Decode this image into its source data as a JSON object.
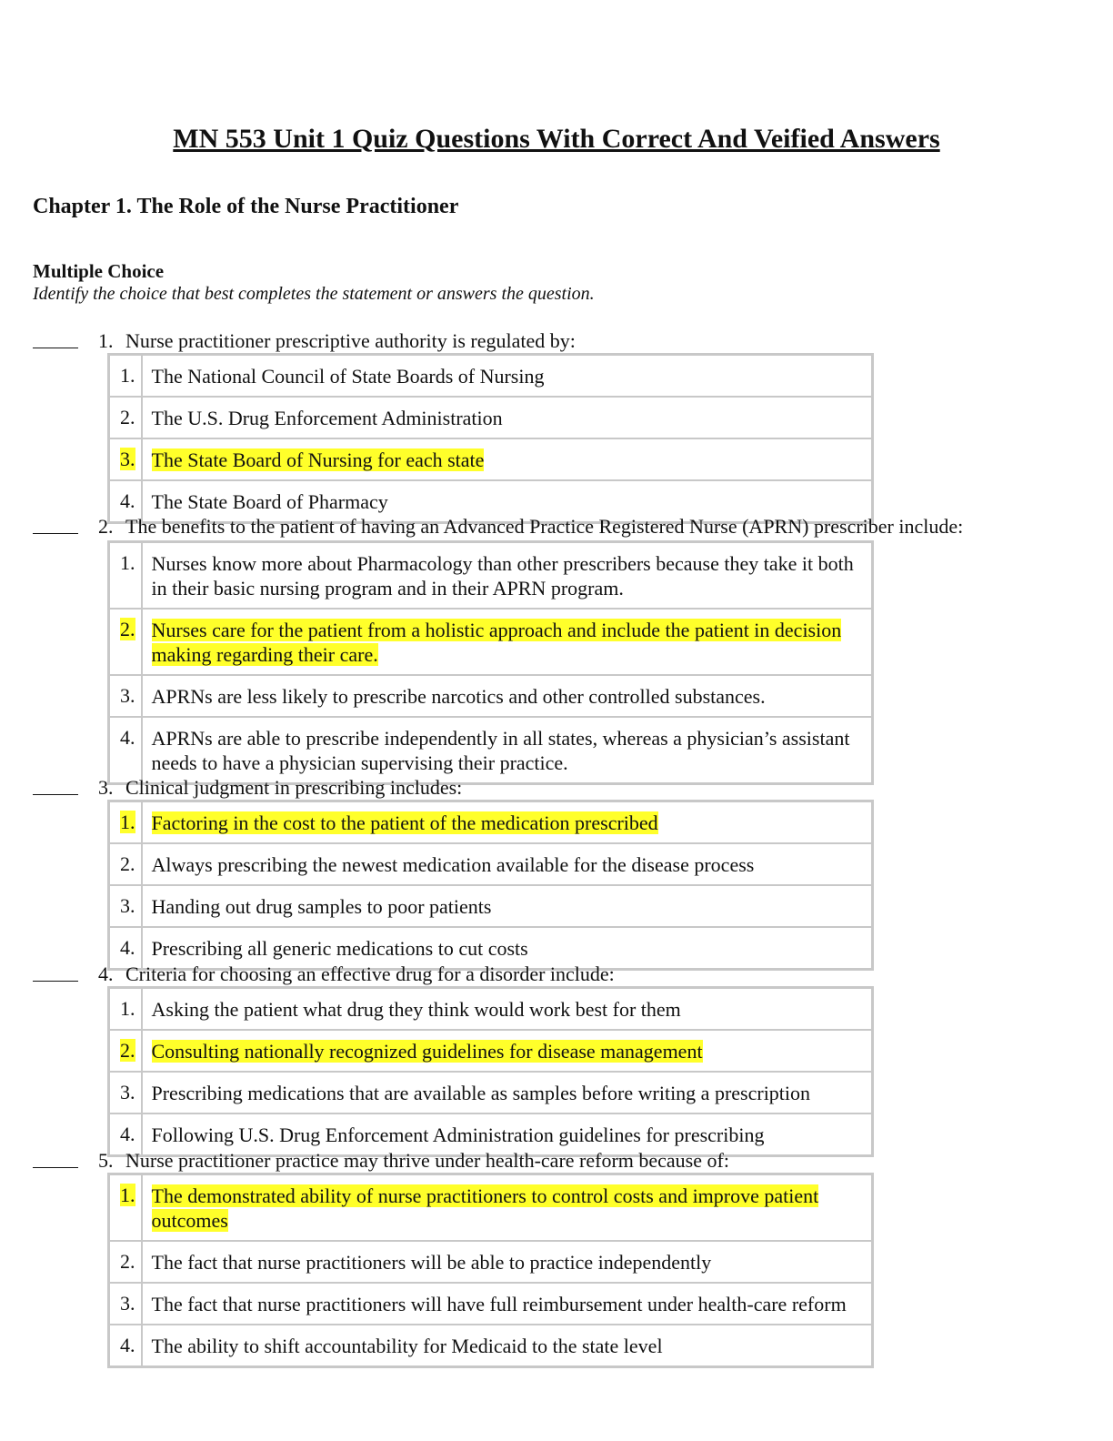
{
  "document": {
    "title": "MN 553 Unit 1 Quiz Questions With Correct And Veified Answers",
    "chapter": "Chapter 1. The Role of the Nurse Practitioner",
    "section": "Multiple Choice",
    "instructions": "Identify the choice that best completes the statement or answers the question."
  },
  "highlight_color": "#ffff2a",
  "questions": [
    {
      "number": "1.",
      "text": "Nurse practitioner prescriptive authority is regulated by:",
      "options": [
        {
          "number": "1.",
          "text": "The National Council of State Boards of Nursing",
          "correct": false
        },
        {
          "number": "2.",
          "text": "The U.S. Drug Enforcement Administration",
          "correct": false
        },
        {
          "number": "3.",
          "text": "The State Board of Nursing for each state",
          "correct": true
        },
        {
          "number": "4.",
          "text": "The State Board of Pharmacy",
          "correct": false
        }
      ]
    },
    {
      "number": "2.",
      "text": "The benefits to the patient of having an Advanced Practice Registered Nurse (APRN) prescriber include:",
      "options": [
        {
          "number": "1.",
          "text": "Nurses know more about Pharmacology than other prescribers because they take it both in their basic nursing program and in their APRN program.",
          "correct": false
        },
        {
          "number": "2.",
          "text": "Nurses care for the patient from a holistic approach and include the patient in decision making regarding their care.",
          "correct": true
        },
        {
          "number": "3.",
          "text": "APRNs are less likely to prescribe narcotics and other controlled substances.",
          "correct": false
        },
        {
          "number": "4.",
          "text": "APRNs are able to prescribe independently in all states, whereas a physician’s assistant needs to have a physician supervising their practice.",
          "correct": false
        }
      ]
    },
    {
      "number": "3.",
      "text": "Clinical judgment in prescribing includes:",
      "options": [
        {
          "number": "1.",
          "text": "Factoring in the cost to the patient of the medication prescribed",
          "correct": true
        },
        {
          "number": "2.",
          "text": "Always prescribing the newest medication available for the disease process",
          "correct": false
        },
        {
          "number": "3.",
          "text": "Handing out drug samples to poor patients",
          "correct": false
        },
        {
          "number": "4.",
          "text": "Prescribing all generic medications to cut costs",
          "correct": false
        }
      ]
    },
    {
      "number": "4.",
      "text": "Criteria for choosing an effective drug for a disorder include:",
      "options": [
        {
          "number": "1.",
          "text": "Asking the patient what drug they think would work best for them",
          "correct": false
        },
        {
          "number": "2.",
          "text": "Consulting nationally recognized guidelines for disease management",
          "correct": true
        },
        {
          "number": "3.",
          "text": "Prescribing medications that are available as samples before writing a prescription",
          "correct": false
        },
        {
          "number": "4.",
          "text": "Following U.S. Drug Enforcement Administration guidelines for prescribing",
          "correct": false
        }
      ]
    },
    {
      "number": "5.",
      "text": "Nurse practitioner practice may thrive under health-care reform because of:",
      "options": [
        {
          "number": "1.",
          "text": "The demonstrated ability of nurse practitioners to control costs and improve patient outcomes",
          "correct": true
        },
        {
          "number": "2.",
          "text": "The fact that nurse practitioners will be able to practice independently",
          "correct": false
        },
        {
          "number": "3.",
          "text": "The fact that nurse practitioners will have full reimbursement under health-care reform",
          "correct": false
        },
        {
          "number": "4.",
          "text": "The ability to shift accountability for Medicaid to the state level",
          "correct": false
        }
      ]
    }
  ]
}
